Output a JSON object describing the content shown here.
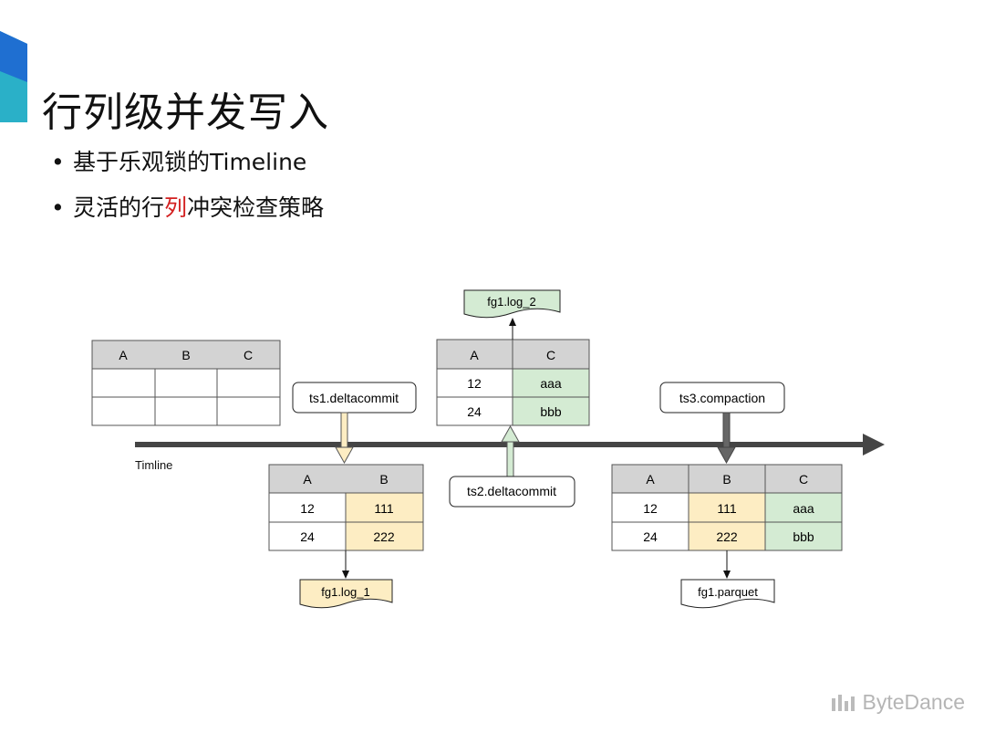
{
  "title": "行列级并发写入",
  "bullets": [
    {
      "before": "基于乐观锁的Timeline",
      "highlight": "",
      "after": ""
    },
    {
      "before": "灵活的行",
      "highlight": "列",
      "after": "冲突检查策略"
    }
  ],
  "diagram": {
    "timeline_label": "Timline",
    "colors": {
      "yellow": "#fdedc3",
      "green": "#d4ebd3",
      "header": "#d3d3d3",
      "arrow": "#555555"
    },
    "table_empty": {
      "headers": [
        "A",
        "B",
        "C"
      ]
    },
    "table_ts1": {
      "headers": [
        "A",
        "B"
      ],
      "rows": [
        [
          "12",
          "111"
        ],
        [
          "24",
          "222"
        ]
      ]
    },
    "table_ts2": {
      "headers": [
        "A",
        "C"
      ],
      "rows": [
        [
          "12",
          "aaa"
        ],
        [
          "24",
          "bbb"
        ]
      ]
    },
    "table_ts3": {
      "headers": [
        "A",
        "B",
        "C"
      ],
      "rows": [
        [
          "12",
          "111",
          "aaa"
        ],
        [
          "24",
          "222",
          "bbb"
        ]
      ]
    },
    "commits": {
      "ts1": "ts1.deltacommit",
      "ts2": "ts2.deltacommit",
      "ts3": "ts3.compaction"
    },
    "files": {
      "log1": "fg1.log_1",
      "log2": "fg1.log_2",
      "parquet": "fg1.parquet"
    }
  },
  "logo": {
    "text": "ByteDance"
  }
}
